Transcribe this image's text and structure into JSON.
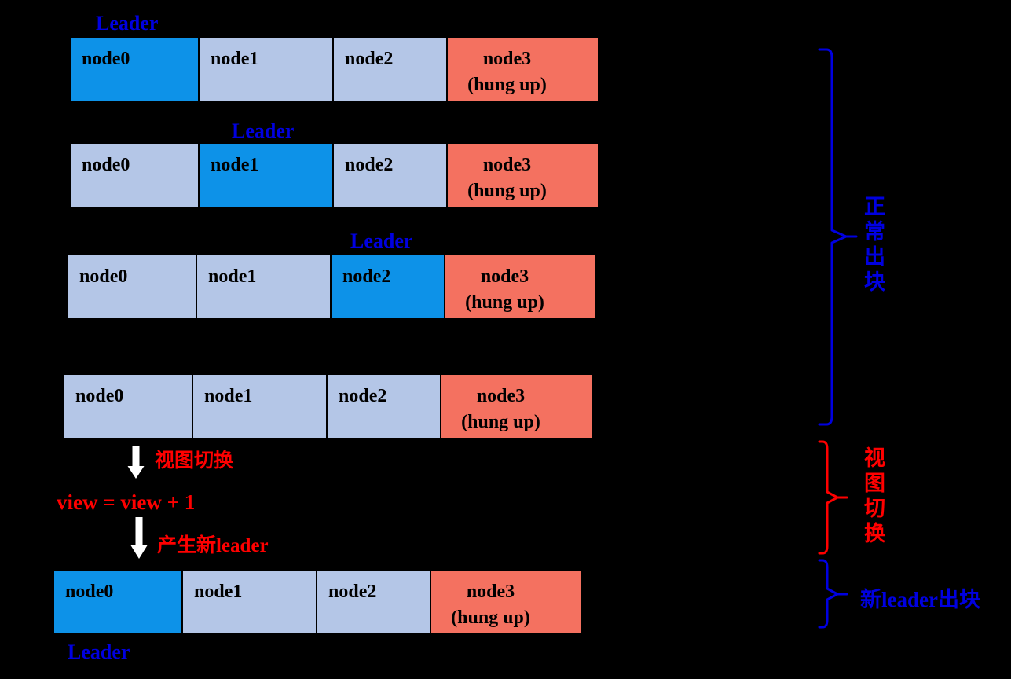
{
  "colors": {
    "background": "#000000",
    "leader_node": "#0d92e8",
    "normal_node": "#b4c6e7",
    "hung_node": "#f47160",
    "node_text": "#000000",
    "annotation_blue": "#0000e0",
    "annotation_red": "#ff0000",
    "arrow": "#ffffff"
  },
  "rows": [
    {
      "leader_label": "Leader",
      "leader_node": "node0",
      "nodes": [
        {
          "label": "node0",
          "role": "leader"
        },
        {
          "label": "node1",
          "role": "replica"
        },
        {
          "label": "node2",
          "role": "replica"
        },
        {
          "label": "node3",
          "sublabel": "(hung up)",
          "role": "faulty"
        }
      ]
    },
    {
      "leader_label": "Leader",
      "leader_node": "node1",
      "nodes": [
        {
          "label": "node0",
          "role": "replica"
        },
        {
          "label": "node1",
          "role": "leader"
        },
        {
          "label": "node2",
          "role": "replica"
        },
        {
          "label": "node3",
          "sublabel": "(hung up)",
          "role": "faulty"
        }
      ]
    },
    {
      "leader_label": "Leader",
      "leader_node": "node2",
      "nodes": [
        {
          "label": "node0",
          "role": "replica"
        },
        {
          "label": "node1",
          "role": "replica"
        },
        {
          "label": "node2",
          "role": "leader"
        },
        {
          "label": "node3",
          "sublabel": "(hung up)",
          "role": "faulty"
        }
      ]
    },
    {
      "leader_label": "",
      "leader_node": "",
      "nodes": [
        {
          "label": "node0",
          "role": "replica"
        },
        {
          "label": "node1",
          "role": "replica"
        },
        {
          "label": "node2",
          "role": "replica"
        },
        {
          "label": "node3",
          "sublabel": "(hung up)",
          "role": "faulty"
        }
      ]
    },
    {
      "leader_label": "Leader",
      "leader_node": "node0",
      "nodes": [
        {
          "label": "node0",
          "role": "leader"
        },
        {
          "label": "node1",
          "role": "replica"
        },
        {
          "label": "node2",
          "role": "replica"
        },
        {
          "label": "node3",
          "sublabel": "(hung up)",
          "role": "faulty"
        }
      ]
    }
  ],
  "transition": {
    "view_change_label": "视图切换",
    "formula": "view = view + 1",
    "new_leader_label": "产生新leader"
  },
  "side_annotations": {
    "normal_blocks": "正常出块",
    "view_change": "视图切换",
    "new_leader_blocks": "新leader出块"
  }
}
